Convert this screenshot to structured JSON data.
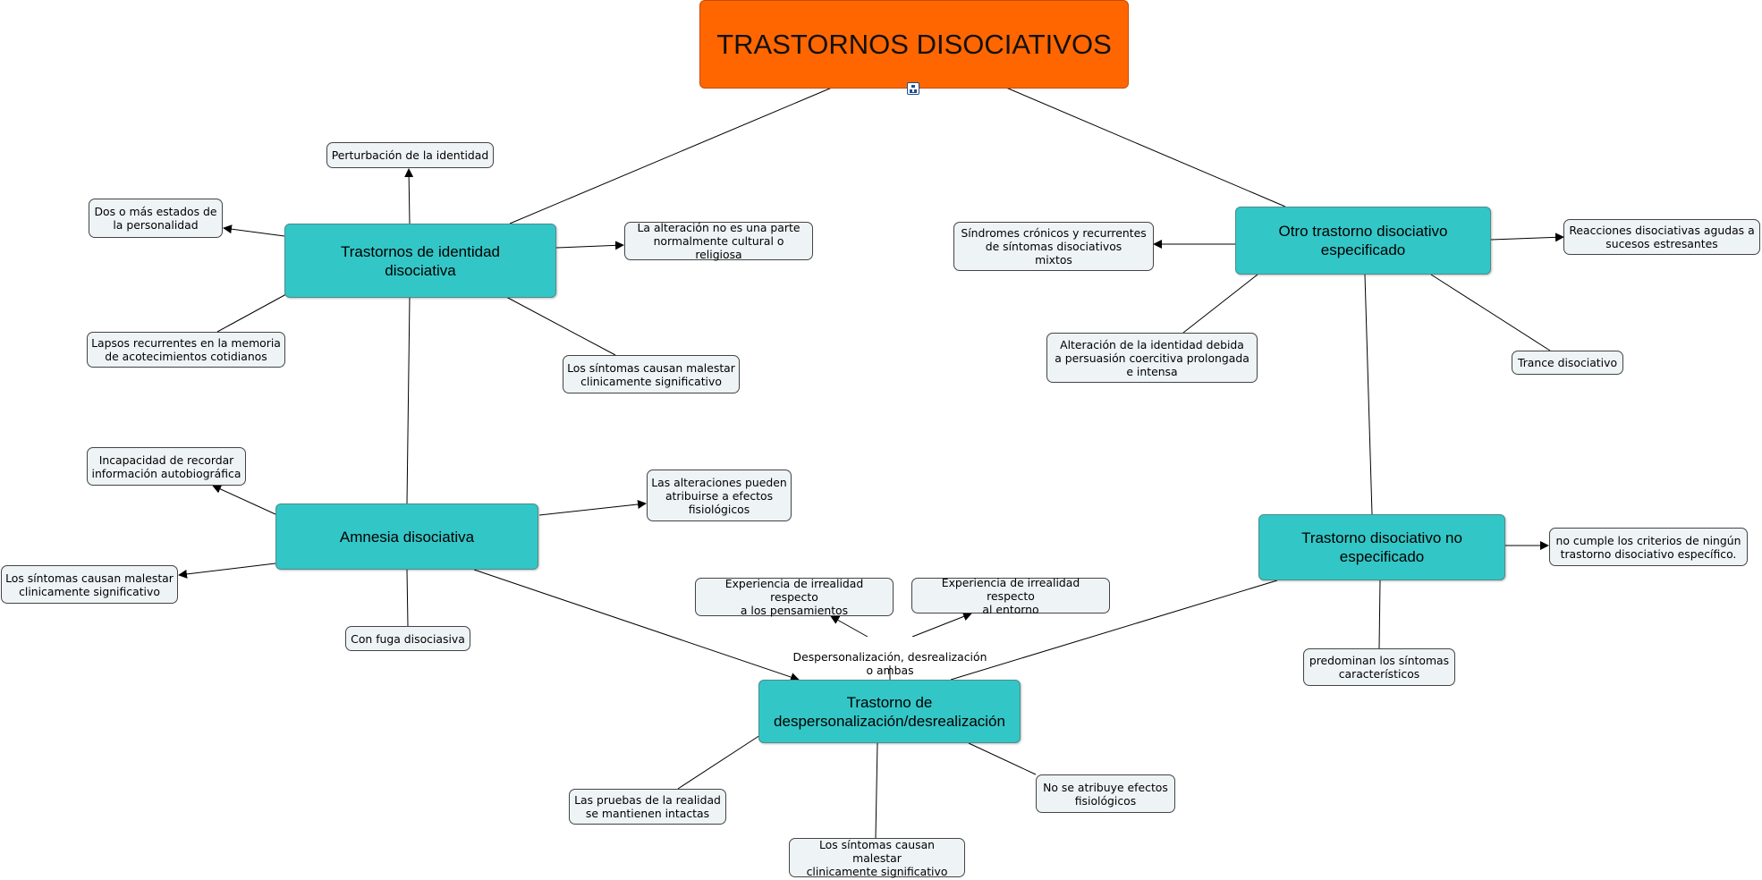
{
  "title": "TRASTORNOS DISOCIATIVOS",
  "main_nodes": {
    "identidad": "Trastornos de identidad\ndisociativa",
    "amnesia": "Amnesia disociativa",
    "despersonalizacion": "Trastorno de\ndespersonalización/desrealización",
    "otro": "Otro trastorno disociativo\nespecificado",
    "no_especificado": "Trastorno disociativo no\nespecificado"
  },
  "leaves": {
    "perturbacion": "Perturbación de la identidad",
    "dos_estados": "Dos o más estados de\nla personalidad",
    "lapsos": "Lapsos recurrentes en la memoria\nde acotecimientos cotidianos",
    "alteracion_cultural": "La alteración no es una parte\nnormalmente cultural o religiosa",
    "malestar_1": "Los síntomas causan malestar\nclinicamente significativo",
    "incapacidad": "Incapacidad de recordar\ninformación autobiográfica",
    "malestar_2": "Los síntomas causan malestar\nclinicamente significativo",
    "fuga": "Con fuga disociasiva",
    "efectos": "Las alteraciones pueden\natribuirse a efectos\nfisiológicos",
    "irrealidad_pensamientos": "Experiencia de irrealidad respecto\na los pensamientos",
    "irrealidad_entorno": "Experiencia de irrealidad respecto\nal entorno",
    "pruebas": "Las pruebas de la realidad\nse mantienen intactas",
    "malestar_3": "Los síntomas causan malestar\nclinicamente significativo",
    "no_efectos": "No se atribuye efectos\nfisiológicos",
    "sindromes": "Síndromes crónicos y recurrentes\nde síntomas disociativos\nmixtos",
    "alteracion_identidad": "Alteración de la identidad debida\na persuasión coercitiva prolongada\ne intensa",
    "reacciones": "Reacciones disociativas agudas a\nsucesos estresantes",
    "trance": "Trance disociativo",
    "no_cumple": "no cumple los criterios de ningún\ntrastorno disociativo específico.",
    "predominan": "predominan los síntomas\ncaracterísticos"
  },
  "link_labels": {
    "despersonalizacion": "Despersonalización, desrealización\no ambas"
  },
  "colors": {
    "root_fill": "#ff6600",
    "main_fill": "#33c6c6",
    "leaf_fill": "#eef3f5",
    "line": "#000000"
  },
  "icons": {
    "root_badge": "concept-map-icon"
  }
}
